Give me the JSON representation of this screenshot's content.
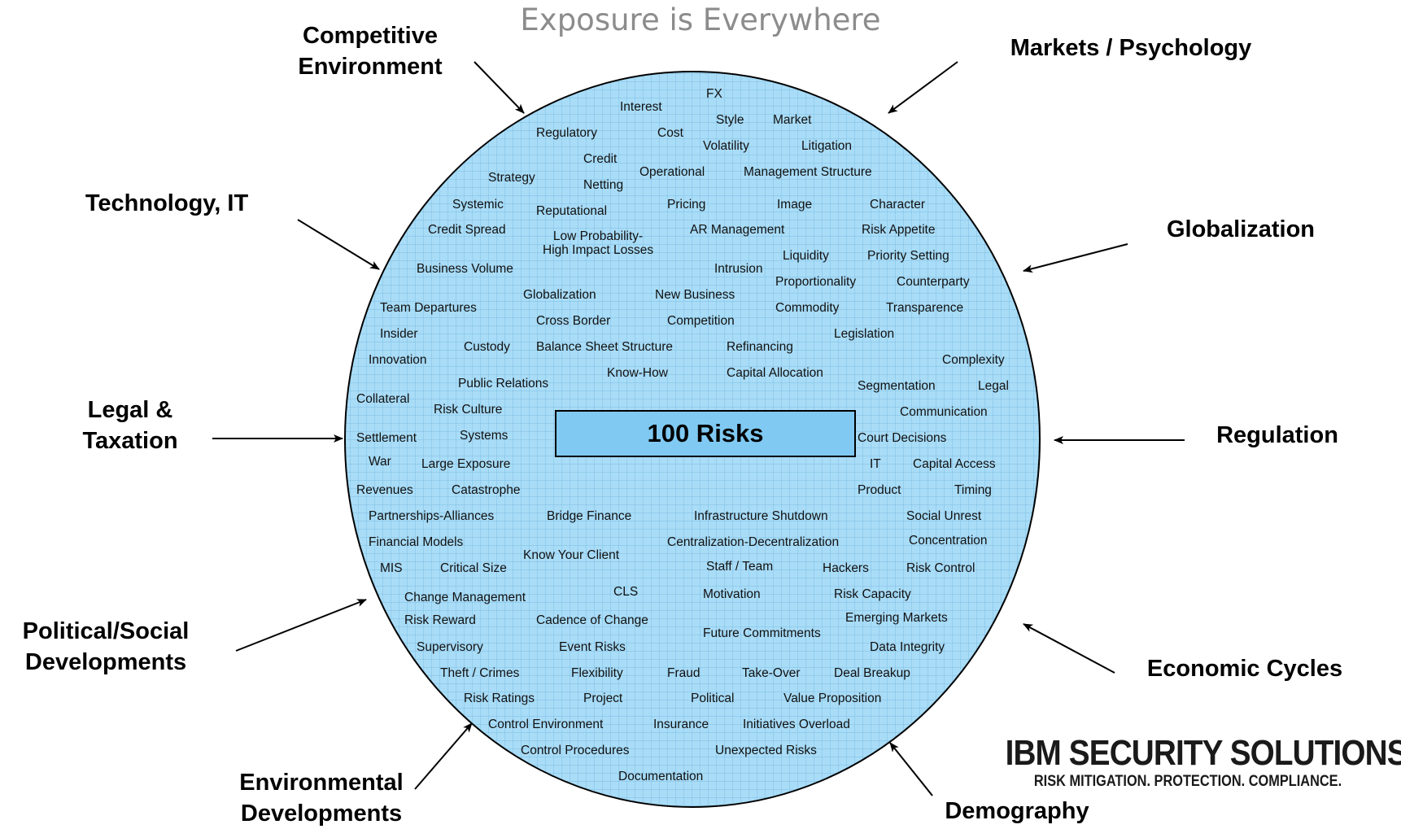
{
  "title": "Exposure is Everywhere",
  "center_label": "100 Risks",
  "factors": [
    {
      "id": "competitive-environment",
      "text": "Competitive\nEnvironment"
    },
    {
      "id": "markets-psychology",
      "text": "Markets / Psychology"
    },
    {
      "id": "technology-it",
      "text": "Technology, IT"
    },
    {
      "id": "globalization",
      "text": "Globalization"
    },
    {
      "id": "legal-taxation",
      "text": "Legal &\nTaxation"
    },
    {
      "id": "regulation",
      "text": "Regulation"
    },
    {
      "id": "political-social",
      "text": "Political/Social\nDevelopments"
    },
    {
      "id": "economic-cycles",
      "text": "Economic Cycles"
    },
    {
      "id": "environmental",
      "text": "Environmental\nDevelopments"
    },
    {
      "id": "demography",
      "text": "Demography"
    }
  ],
  "risks": [
    "FX",
    "Interest",
    "Style",
    "Market",
    "Regulatory",
    "Cost",
    "Volatility",
    "Litigation",
    "Credit",
    "Strategy",
    "Operational",
    "Management Structure",
    "Netting",
    "Systemic",
    "Pricing",
    "Image",
    "Character",
    "Reputational",
    "Credit Spread",
    "AR Management",
    "Risk Appetite",
    "Low Probability-\nHigh Impact Losses",
    "Liquidity",
    "Priority Setting",
    "Business Volume",
    "Intrusion",
    "Proportionality",
    "Counterparty",
    "Globalization",
    "New Business",
    "Team Departures",
    "Commodity",
    "Transparence",
    "Cross Border",
    "Competition",
    "Insider",
    "Legislation",
    "Custody",
    "Balance Sheet Structure",
    "Refinancing",
    "Innovation",
    "Complexity",
    "Know-How",
    "Capital Allocation",
    "Public Relations",
    "Segmentation",
    "Legal",
    "Collateral",
    "Risk Culture",
    "Communication",
    "Settlement",
    "Systems",
    "Court Decisions",
    "War",
    "Large Exposure",
    "IT",
    "Capital Access",
    "Revenues",
    "Catastrophe",
    "Product",
    "Timing",
    "Partnerships-Alliances",
    "Bridge Finance",
    "Infrastructure Shutdown",
    "Social Unrest",
    "Financial Models",
    "Centralization-Decentralization",
    "Concentration",
    "Know Your Client",
    "MIS",
    "Critical Size",
    "Staff / Team",
    "Hackers",
    "Risk Control",
    "CLS",
    "Change Management",
    "Motivation",
    "Risk Capacity",
    "Risk Reward",
    "Cadence of Change",
    "Emerging Markets",
    "Future Commitments",
    "Supervisory",
    "Event Risks",
    "Data Integrity",
    "Theft / Crimes",
    "Flexibility",
    "Fraud",
    "Take-Over",
    "Deal Breakup",
    "Risk Ratings",
    "Project",
    "Political",
    "Value Proposition",
    "Control Environment",
    "Insurance",
    "Initiatives Overload",
    "Control Procedures",
    "Unexpected Risks",
    "Documentation"
  ],
  "logo": {
    "main": "IBM SECURITY SOLUTIONS",
    "sub": "RISK MITIGATION. PROTECTION. COMPLIANCE."
  },
  "colors": {
    "circle_fill": "#a9dcf7",
    "grid_line": "#6fb4dc",
    "center_box": "#7fc9f2",
    "title": "#8c8c8c"
  }
}
